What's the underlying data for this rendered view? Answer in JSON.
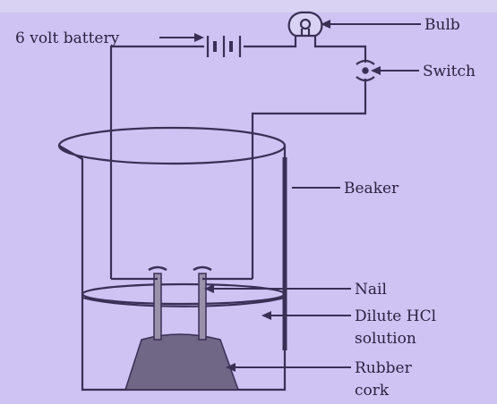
{
  "colors": {
    "background": "#cfc3f4",
    "top_band": "#d9d2f3",
    "line": "#3a2f55",
    "cork": "#706686",
    "water": "#cfc3f4"
  },
  "labels": {
    "battery": "6 volt battery",
    "bulb": "Bulb",
    "switch": "Switch",
    "beaker": "Beaker",
    "nail": "Nail",
    "solution_line1": "Dilute HCl",
    "solution_line2": "solution",
    "cork_line1": "Rubber",
    "cork_line2": "cork"
  }
}
